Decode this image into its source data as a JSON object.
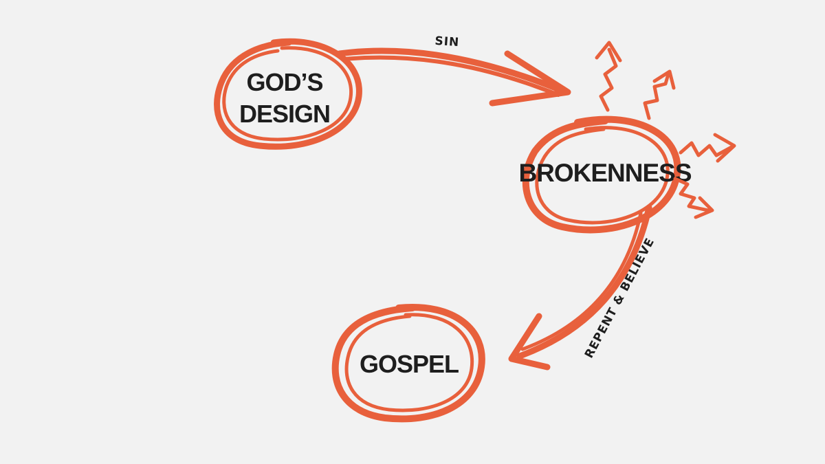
{
  "diagram": {
    "accent_color": "#e8603c",
    "text_color": "#1e1e1e",
    "background_color": "#f2f2f2",
    "nodes": {
      "gods_design": {
        "line1": "GOD’S",
        "line2": "DESIGN"
      },
      "brokenness": {
        "label": "BROKENNESS"
      },
      "gospel": {
        "label": "GOSPEL"
      }
    },
    "edges": {
      "sin": {
        "label": "SIN"
      },
      "repent_believe": {
        "label": "REPENT & BELIEVE"
      }
    },
    "icons": [
      "zigzag-arrow-icon"
    ]
  }
}
